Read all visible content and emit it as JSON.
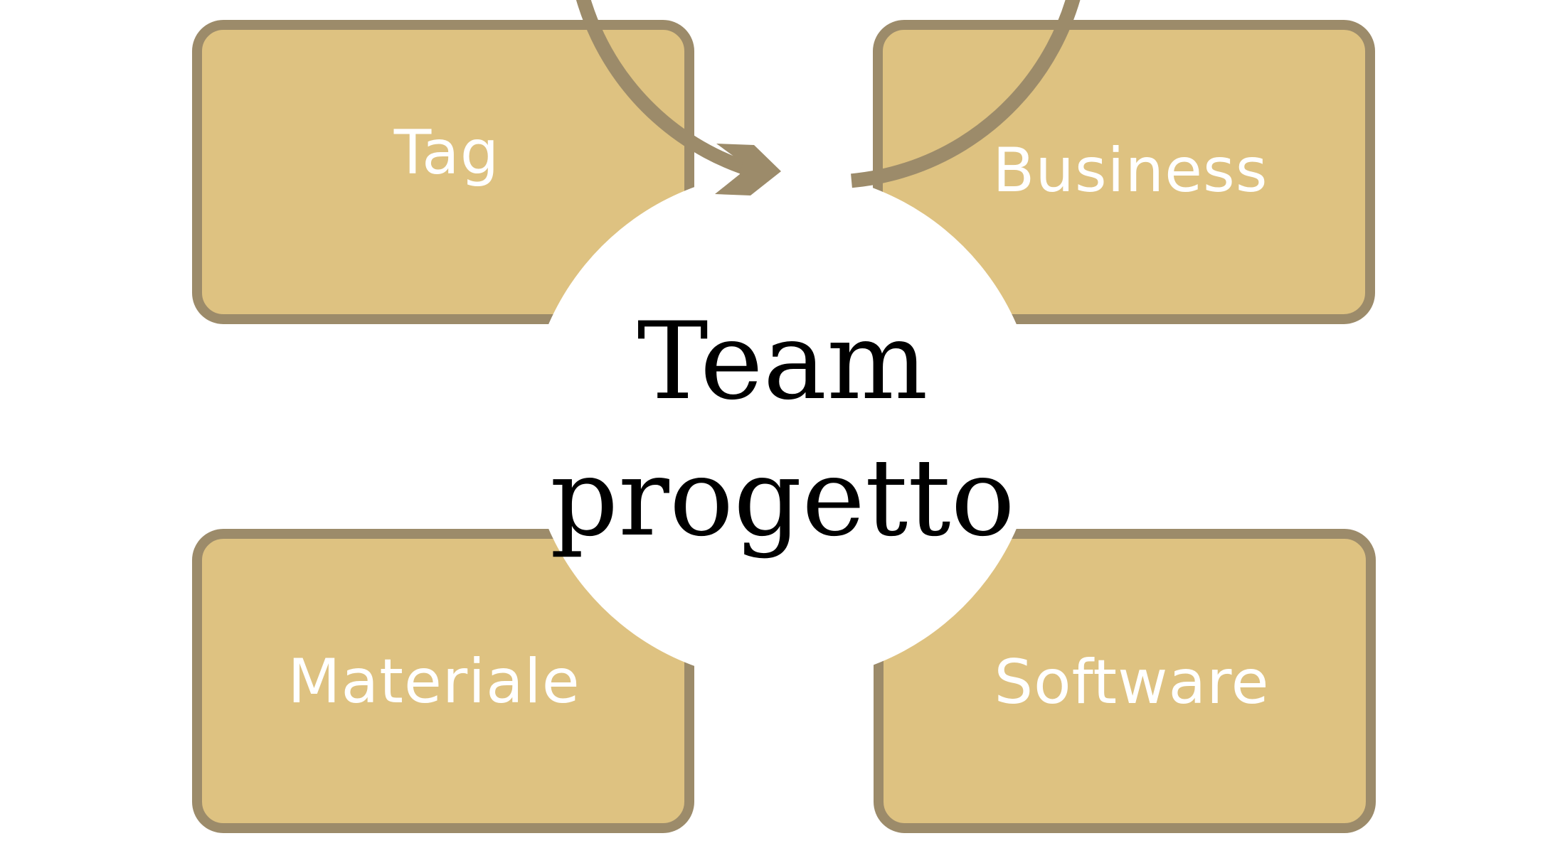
{
  "diagram": {
    "center": {
      "line1": "Team",
      "line2": "progetto"
    },
    "quadrants": [
      {
        "id": "q-tl",
        "label": "Tag"
      },
      {
        "id": "q-tr",
        "label": "Business"
      },
      {
        "id": "q-bl",
        "label": "Materiale"
      },
      {
        "id": "q-br",
        "label": "Software"
      }
    ]
  },
  "colors": {
    "box_fill": "#DEC281",
    "border": "#9C8B6A",
    "circle_fill": "#FFFFFF",
    "label_text": "#FFFFFF",
    "center_text": "#000000"
  }
}
